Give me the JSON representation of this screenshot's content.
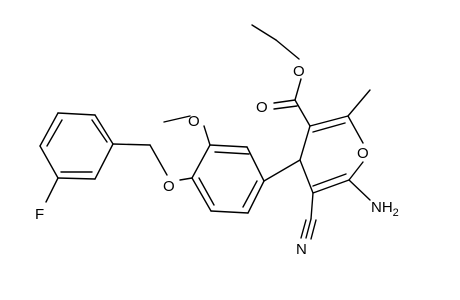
{
  "molecule": {
    "atom_labels": {
      "ester_O_top": "O",
      "ester_O_carbonyl": "O",
      "methoxy_O": "O",
      "benzyl_ether_O": "O",
      "ring_O": "O",
      "nitrile_N": "N",
      "amine": "NH",
      "amine_subscript": "2",
      "fluorine": "F"
    }
  },
  "colors": {
    "bond": "#000000",
    "background": "#ffffff"
  }
}
